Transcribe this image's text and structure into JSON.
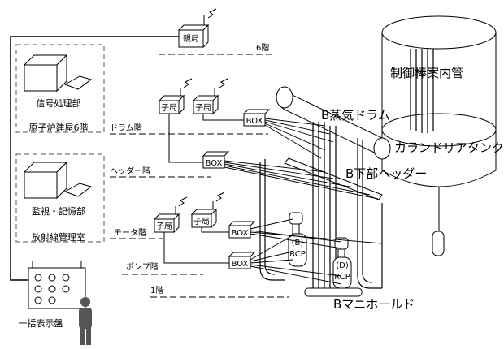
{
  "labels": {
    "parent_station": "親局",
    "floor_6": "6階",
    "signal_processing": "信号処理部",
    "reactor_bldg_6f": "原子炉建屋6階",
    "monitor_memory": "監視・記憶部",
    "radiation_room": "放射線管理室",
    "display_panel": "一括表示盤",
    "drum_floor": "ドラム階",
    "header_floor": "ヘッダー階",
    "motor_floor": "モータ階",
    "pump_floor": "ポンプ階",
    "floor_1": "1階",
    "substation": "子局",
    "box": "BOX",
    "control_rod_pipe": "制御棒案内管",
    "steam_drum": "B蒸気ドラム",
    "calandria_tank": "カランドリアタンク",
    "lower_header": "B下部ヘッダー",
    "manifold": "Bマニホールド",
    "rcp_b": "(B)",
    "rcp_d": "(D)",
    "rcp": "RCP"
  }
}
